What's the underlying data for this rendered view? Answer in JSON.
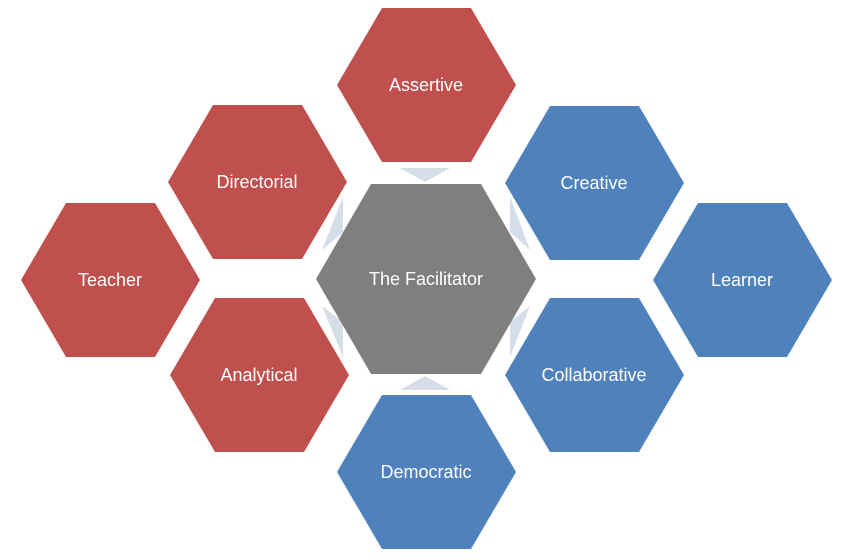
{
  "center": {
    "label": "The Facilitator",
    "color": "#7f7f7f"
  },
  "colors": {
    "red": "#c0504d",
    "blue": "#4f81bd",
    "arrow": "#d5dde8"
  },
  "nodes": [
    {
      "id": "assertive",
      "label": "Assertive",
      "color": "#c0504d"
    },
    {
      "id": "directorial",
      "label": "Directorial",
      "color": "#c0504d"
    },
    {
      "id": "teacher",
      "label": "Teacher",
      "color": "#c0504d"
    },
    {
      "id": "analytical",
      "label": "Analytical",
      "color": "#c0504d"
    },
    {
      "id": "creative",
      "label": "Creative",
      "color": "#4f81bd"
    },
    {
      "id": "learner",
      "label": "Learner",
      "color": "#4f81bd"
    },
    {
      "id": "collaborative",
      "label": "Collaborative",
      "color": "#4f81bd"
    },
    {
      "id": "democratic",
      "label": "Democratic",
      "color": "#4f81bd"
    }
  ]
}
